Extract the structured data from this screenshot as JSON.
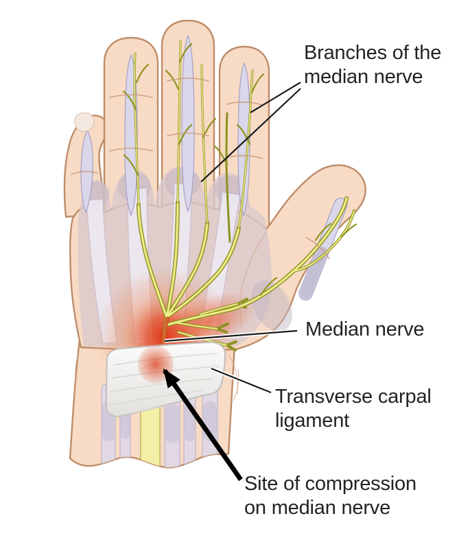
{
  "labels": {
    "branches": {
      "line1": "Branches of the",
      "line2": "median nerve"
    },
    "median": {
      "text": "Median nerve"
    },
    "ligament": {
      "line1": "Transverse carpal",
      "line2": "ligament"
    },
    "site": {
      "line1": "Site of compression",
      "line2": "on median nerve"
    }
  },
  "colors": {
    "background": "#FFFFFF",
    "skin": "#F8DBC5",
    "skin_outline": "#BD8C69",
    "tendon": "#DBD7EA",
    "tendon_outline": "#A9A4C5",
    "palm_shadow": "#D9C8CA",
    "nerve": "#F0EC8C",
    "nerve_outline": "#8F9423",
    "inflammation": "#E03212",
    "ligament_outline": "#C2C0BE",
    "label_text": "#262220",
    "pointer_line": "#1A1A1A",
    "arrow": "#000000"
  }
}
